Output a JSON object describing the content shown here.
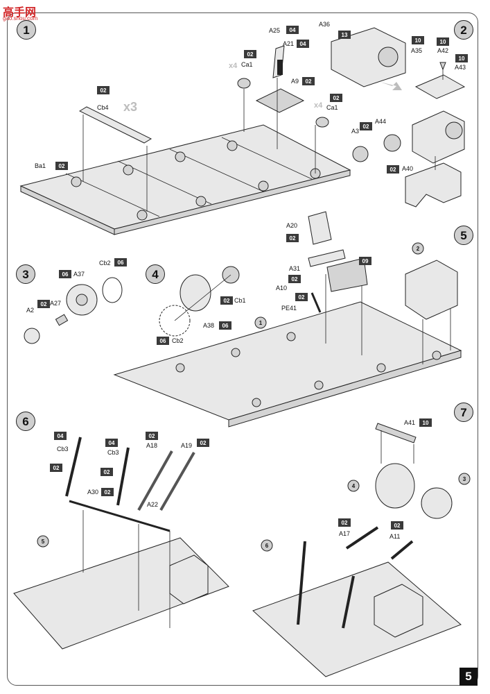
{
  "watermark": {
    "logo": "高手网",
    "url": "gao.shou.com"
  },
  "page_number": "5",
  "steps": [
    "1",
    "2",
    "3",
    "4",
    "5",
    "6",
    "7"
  ],
  "step1": {
    "multiplier_cb4": "x3",
    "multiplier_ca1a": "x4",
    "multiplier_ca1b": "x4",
    "labels": {
      "ba1": "Ba1",
      "cb4": "Cb4",
      "ca1a": "Ca1",
      "ca1b": "Ca1",
      "a25": "A25",
      "a21": "A21",
      "a9": "A9"
    },
    "sprues": {
      "ba1": "02",
      "cb4": "02",
      "ca1a": "02",
      "ca1b": "02",
      "a25": "04",
      "a21": "04",
      "a9": "02"
    }
  },
  "step2": {
    "labels": {
      "a36": "A36",
      "a35": "A35",
      "a42": "A42",
      "a43": "A43",
      "a3": "A3",
      "a44": "A44",
      "a40": "A40"
    },
    "sprues": {
      "a36": "13",
      "a35": "10",
      "a42": "10",
      "a43": "10",
      "a3": "02",
      "a40": "02"
    }
  },
  "step3": {
    "labels": {
      "a37": "A37",
      "cb2": "Cb2",
      "a2": "A2",
      "a27": "A27"
    },
    "sprues": {
      "a37": "06",
      "cb2": "06",
      "a27": "02"
    }
  },
  "step4": {
    "labels": {
      "cb1": "Cb1",
      "a38": "A38",
      "cb2": "Cb2"
    },
    "sprues": {
      "cb1": "02",
      "a38": "06",
      "cb2": "06"
    }
  },
  "step5": {
    "labels": {
      "a20": "A20",
      "a31": "A31",
      "a10": "A10",
      "pe41": "PE41"
    },
    "sprues": {
      "a20": "02",
      "a31": "02",
      "a10": "02",
      "seat": "09"
    },
    "refs": [
      "1",
      "2"
    ]
  },
  "step6": {
    "labels": {
      "cb3a": "Cb3",
      "cb3b": "Cb3",
      "a18": "A18",
      "a19": "A19",
      "a30": "A30",
      "a22": "A22"
    },
    "sprues": {
      "cb3a": "04",
      "cb3b": "04",
      "a18": "02",
      "a19": "02",
      "rod_a": "02",
      "rod_b": "02",
      "a30": "02"
    },
    "refs": [
      "5"
    ]
  },
  "step7": {
    "labels": {
      "a41": "A41",
      "a17": "A17",
      "a11": "A11"
    },
    "sprues": {
      "a41": "10",
      "a17": "02",
      "a11": "02"
    },
    "refs": [
      "6",
      "4",
      "3"
    ]
  }
}
